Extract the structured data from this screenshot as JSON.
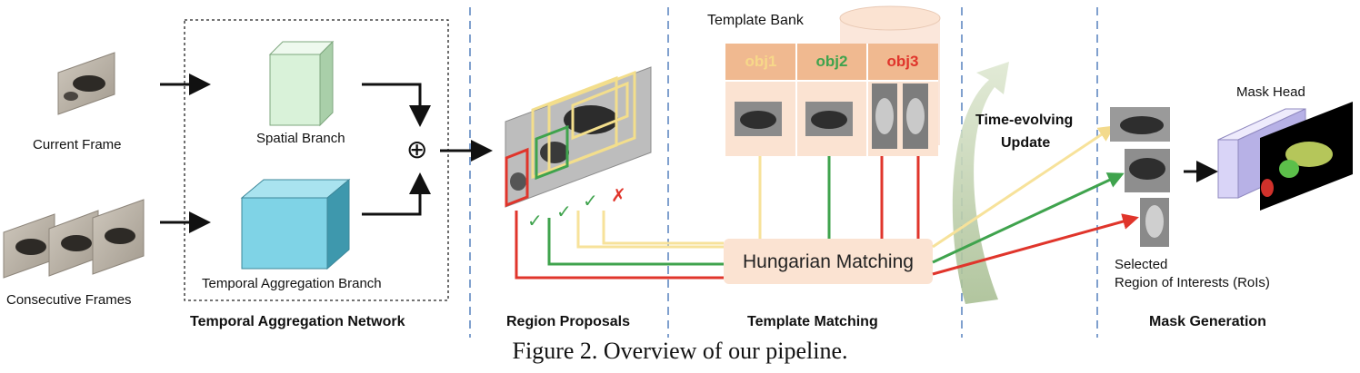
{
  "inputs": {
    "current_frame": "Current Frame",
    "consecutive_frames": "Consecutive Frames"
  },
  "branches": {
    "spatial": "Spatial Branch",
    "temporal": "Temporal Aggregation Branch",
    "combine_symbol": "⊕"
  },
  "template_bank": {
    "title": "Template Bank",
    "objects": [
      {
        "label": "obj1",
        "color": "#f7d889"
      },
      {
        "label": "obj2",
        "color": "#3fa34d"
      },
      {
        "label": "obj3",
        "color": "#e0352b"
      }
    ]
  },
  "matching": {
    "label": "Hungarian Matching",
    "update_label_line1": "Time-evolving",
    "update_label_line2": "Update"
  },
  "proposals": {
    "marks": [
      "✓",
      "✓",
      "✓",
      "✗"
    ]
  },
  "mask": {
    "head_label": "Mask Head",
    "rois_line1": "Selected",
    "rois_line2": "Region of Interests (RoIs)"
  },
  "sections": {
    "tan": "Temporal Aggregation Network",
    "region": "Region Proposals",
    "template": "Template Matching",
    "mask": "Mask Generation"
  },
  "caption": "Figure 2. Overview of our pipeline.",
  "colors": {
    "yellow": "#f7e29a",
    "green": "#3fa34d",
    "red": "#e0352b",
    "divider": "#3b6db3",
    "tab_bg": "#f0b990",
    "cell_bg": "#fbe3d2",
    "spatial_cube": "#d9f2d9",
    "temporal_cube": "#7fd3e6",
    "mask_head": "#d9d4f7"
  }
}
